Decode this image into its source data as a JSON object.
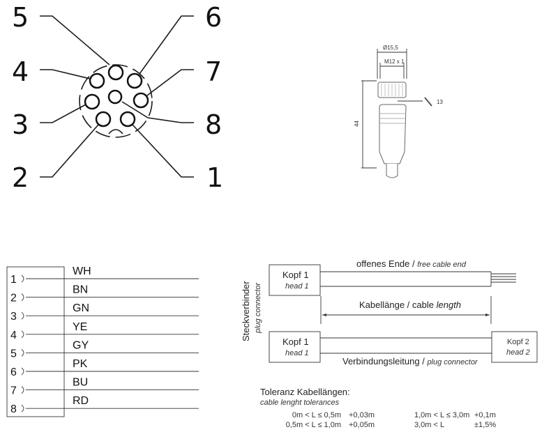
{
  "pinout": {
    "labels": [
      "1",
      "2",
      "3",
      "4",
      "5",
      "6",
      "7",
      "8"
    ]
  },
  "connector_drawing": {
    "diameter": "Ø15,5",
    "thread": "M12 x 1",
    "length": "44",
    "wrench_size": "13"
  },
  "wiring": {
    "pins": [
      "1",
      "2",
      "3",
      "4",
      "5",
      "6",
      "7",
      "8"
    ],
    "colors": [
      "WH",
      "BN",
      "GN",
      "YE",
      "GY",
      "PK",
      "BU",
      "RD"
    ]
  },
  "cable_diagram": {
    "side_label": "Steckverbinder",
    "side_label_en": "plug connector",
    "head1": "Kopf 1",
    "head1_en": "head 1",
    "head2": "Kopf 2",
    "head2_en": "head 2",
    "free_end": "offenes Ende /",
    "free_end_en": "free cable end",
    "length": "Kabellänge / cable",
    "length_en": "length",
    "connection": "Verbindungsleitung /",
    "connection_en": "plug connector"
  },
  "tolerances": {
    "title": "Toleranz Kabellängen:",
    "subtitle": "cable lenght tolerances",
    "rows": [
      {
        "range": "0m < L ≤ 0,5m",
        "tol": "+0,03m"
      },
      {
        "range": "0,5m < L ≤ 1,0m",
        "tol": "+0,05m"
      },
      {
        "range": "1,0m < L ≤ 3,0m",
        "tol": "+0,1m"
      },
      {
        "range": "3,0m < L",
        "tol": "±1,5%"
      }
    ]
  }
}
